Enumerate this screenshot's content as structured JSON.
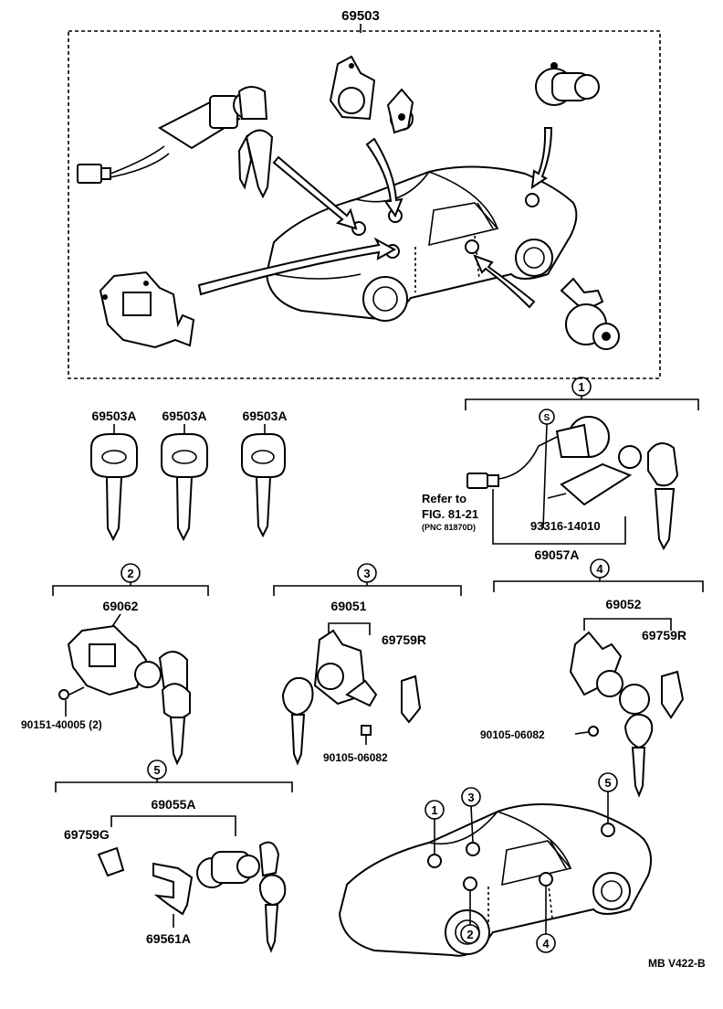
{
  "top_group": {
    "part_no": "69503"
  },
  "keys": [
    {
      "part_no": "69503A"
    },
    {
      "part_no": "69503A"
    },
    {
      "part_no": "69503A"
    }
  ],
  "callouts": [
    "1",
    "2",
    "3",
    "4",
    "5"
  ],
  "group1": {
    "callout": "1",
    "refer_line1": "Refer to",
    "refer_line2": "FIG. 81-21",
    "refer_line3": "(PNC 81870D)",
    "s_mark": "S",
    "part_a": "93316-14010",
    "part_b": "69057A"
  },
  "group2": {
    "callout": "2",
    "part_a": "69062",
    "part_b": "90151-40005 (2)"
  },
  "group3": {
    "callout": "3",
    "part_a": "69051",
    "part_b": "69759R",
    "part_c": "90105-06082"
  },
  "group4": {
    "callout": "4",
    "part_a": "69052",
    "part_b": "69759R",
    "part_c": "90105-06082"
  },
  "group5": {
    "callout": "5",
    "part_a": "69055A",
    "part_b": "69759G",
    "part_c": "69561A"
  },
  "bottom_car": {
    "callouts": [
      "1",
      "3",
      "5",
      "2",
      "4"
    ]
  },
  "figure_code": "MB V422-B"
}
